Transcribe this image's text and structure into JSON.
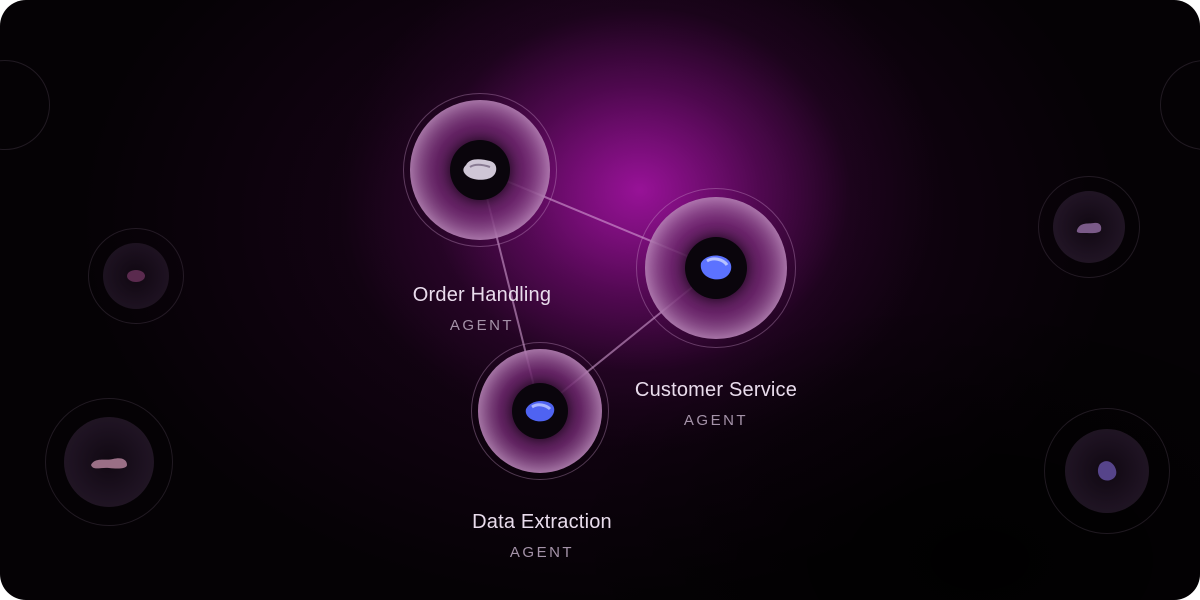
{
  "agents": [
    {
      "title": "Order Handling",
      "subtitle": "AGENT",
      "icon": "blob-silver-icon"
    },
    {
      "title": "Customer Service",
      "subtitle": "AGENT",
      "icon": "blob-blue-icon"
    },
    {
      "title": "Data Extraction",
      "subtitle": "AGENT",
      "icon": "blob-blue-icon"
    }
  ],
  "colors": {
    "background": "#050205",
    "glow": "#a814a8",
    "ring": "#d7aad7",
    "text": "#e9dcec",
    "subtext": "#a593a9"
  }
}
